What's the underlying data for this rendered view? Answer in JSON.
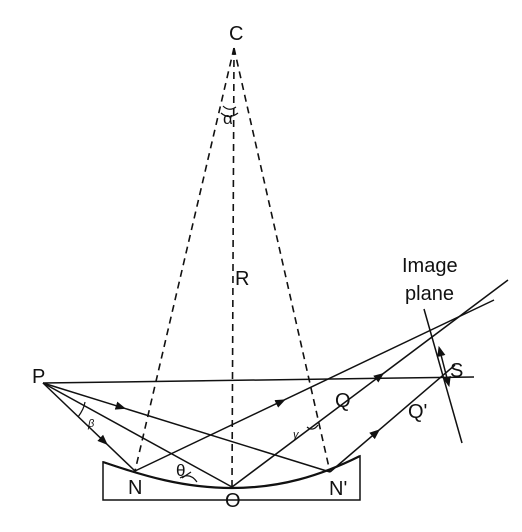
{
  "labels": {
    "C": "C",
    "alpha": "α",
    "R": "R",
    "image_plane_line1": "Image",
    "image_plane_line2": "plane",
    "P": "P",
    "beta": "β",
    "Q": "Q",
    "gamma": "γ",
    "S": "S",
    "Q_prime": "Q'",
    "N": "N",
    "theta": "θ",
    "O": "O",
    "N_prime": "N'"
  }
}
